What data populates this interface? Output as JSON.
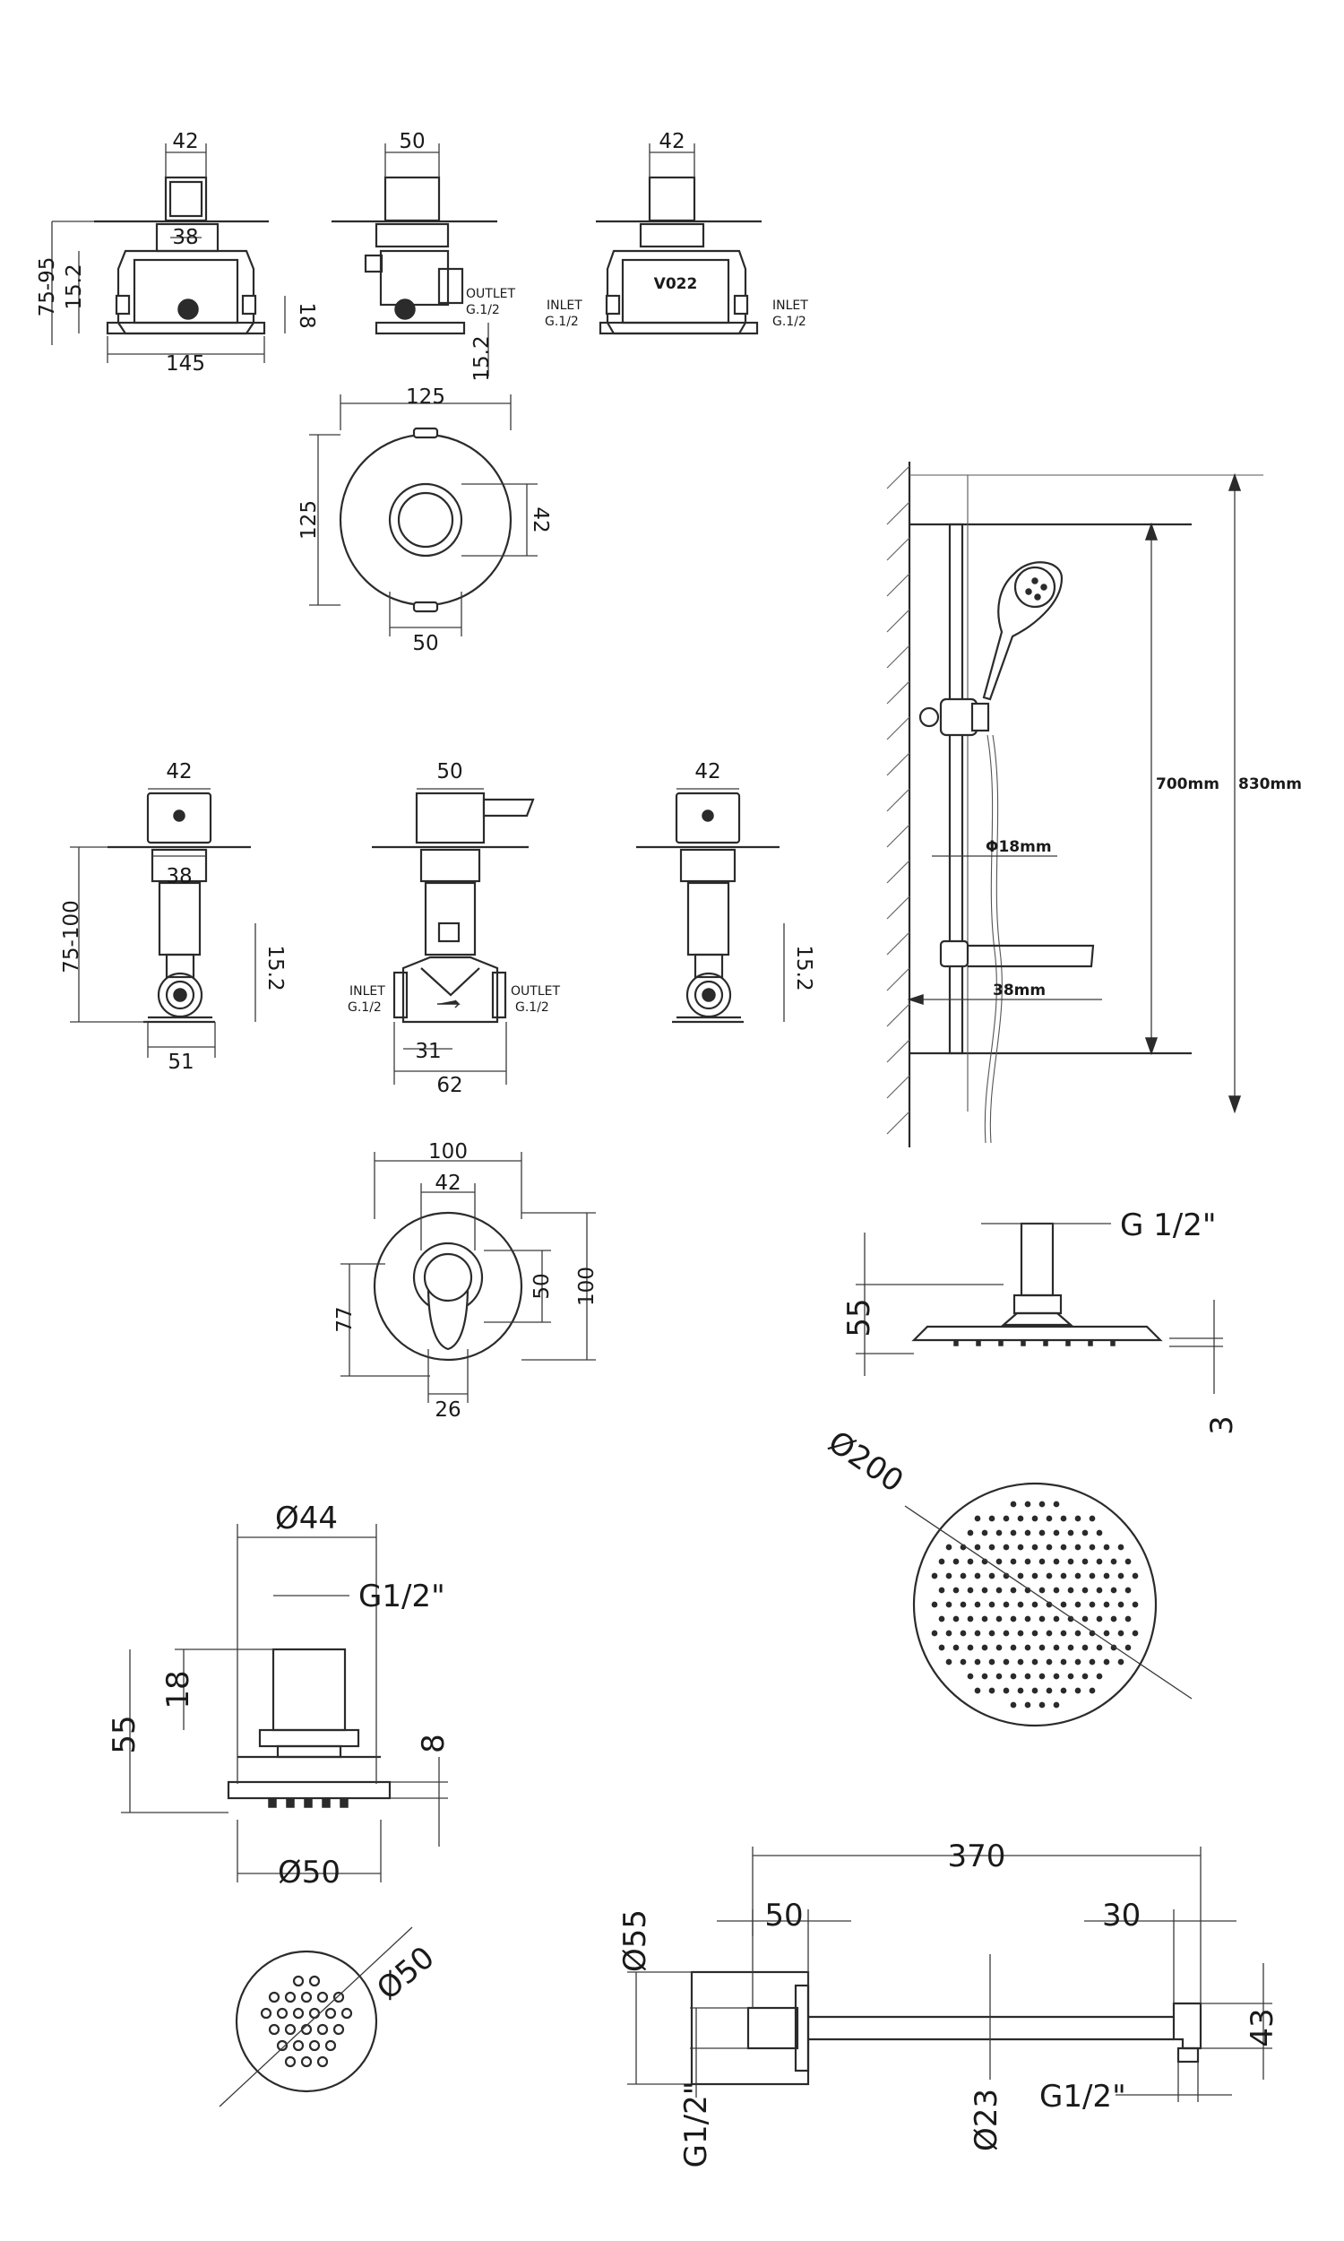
{
  "valve_top": {
    "front_width": "42",
    "front_inner": "38",
    "front_depth": "75-95",
    "front_offset": "15.2",
    "front_total": "145",
    "front_side": "18",
    "side_width": "50",
    "side_outlet": "OUTLET",
    "side_outlet_thread": "G.1/2",
    "side_bottom": "15.2",
    "rear_width": "42",
    "rear_mark": "V022",
    "rear_inlet_left": "INLET",
    "rear_inlet_left_thread": "G.1/2",
    "rear_inlet_right": "INLET",
    "rear_inlet_right_thread": "G.1/2"
  },
  "round_plate": {
    "width": "125",
    "height": "125",
    "knob": "42",
    "knob_width": "50"
  },
  "valve_mid": {
    "left_width": "42",
    "left_inner": "38",
    "left_depth": "75-100",
    "left_offset": "15.2",
    "left_base": "51",
    "center_width": "50",
    "inlet": "INLET",
    "inlet_thread": "G.1/2",
    "outlet": "OUTLET",
    "outlet_thread": "G.1/2",
    "center_inner": "31",
    "center_total": "62",
    "right_width": "42",
    "right_offset": "15.2"
  },
  "lever_plate": {
    "width": "100",
    "lever_width": "42",
    "height": "100",
    "lever_height": "50",
    "offset": "77",
    "base": "26"
  },
  "slide_rail": {
    "length_inner": "700mm",
    "length_outer": "830mm",
    "rail_dia": "Φ18mm",
    "wall_gap": "38mm"
  },
  "shower_head": {
    "thread": "G 1/2\"",
    "height": "55",
    "thickness": "3",
    "diameter": "Ø200"
  },
  "body_jet": {
    "diameter_top": "Ø44",
    "thread": "G1/2\"",
    "thread_len": "18",
    "height": "55",
    "flange": "8",
    "diameter_bottom": "Ø50",
    "face_diameter": "Ø50"
  },
  "shower_arm": {
    "length": "370",
    "flange": "50",
    "end": "30",
    "flange_dia": "Ø55",
    "thread_left": "G1/2\"",
    "pipe_dia": "Ø23",
    "thread_right": "G1/2\"",
    "end_height": "43"
  }
}
